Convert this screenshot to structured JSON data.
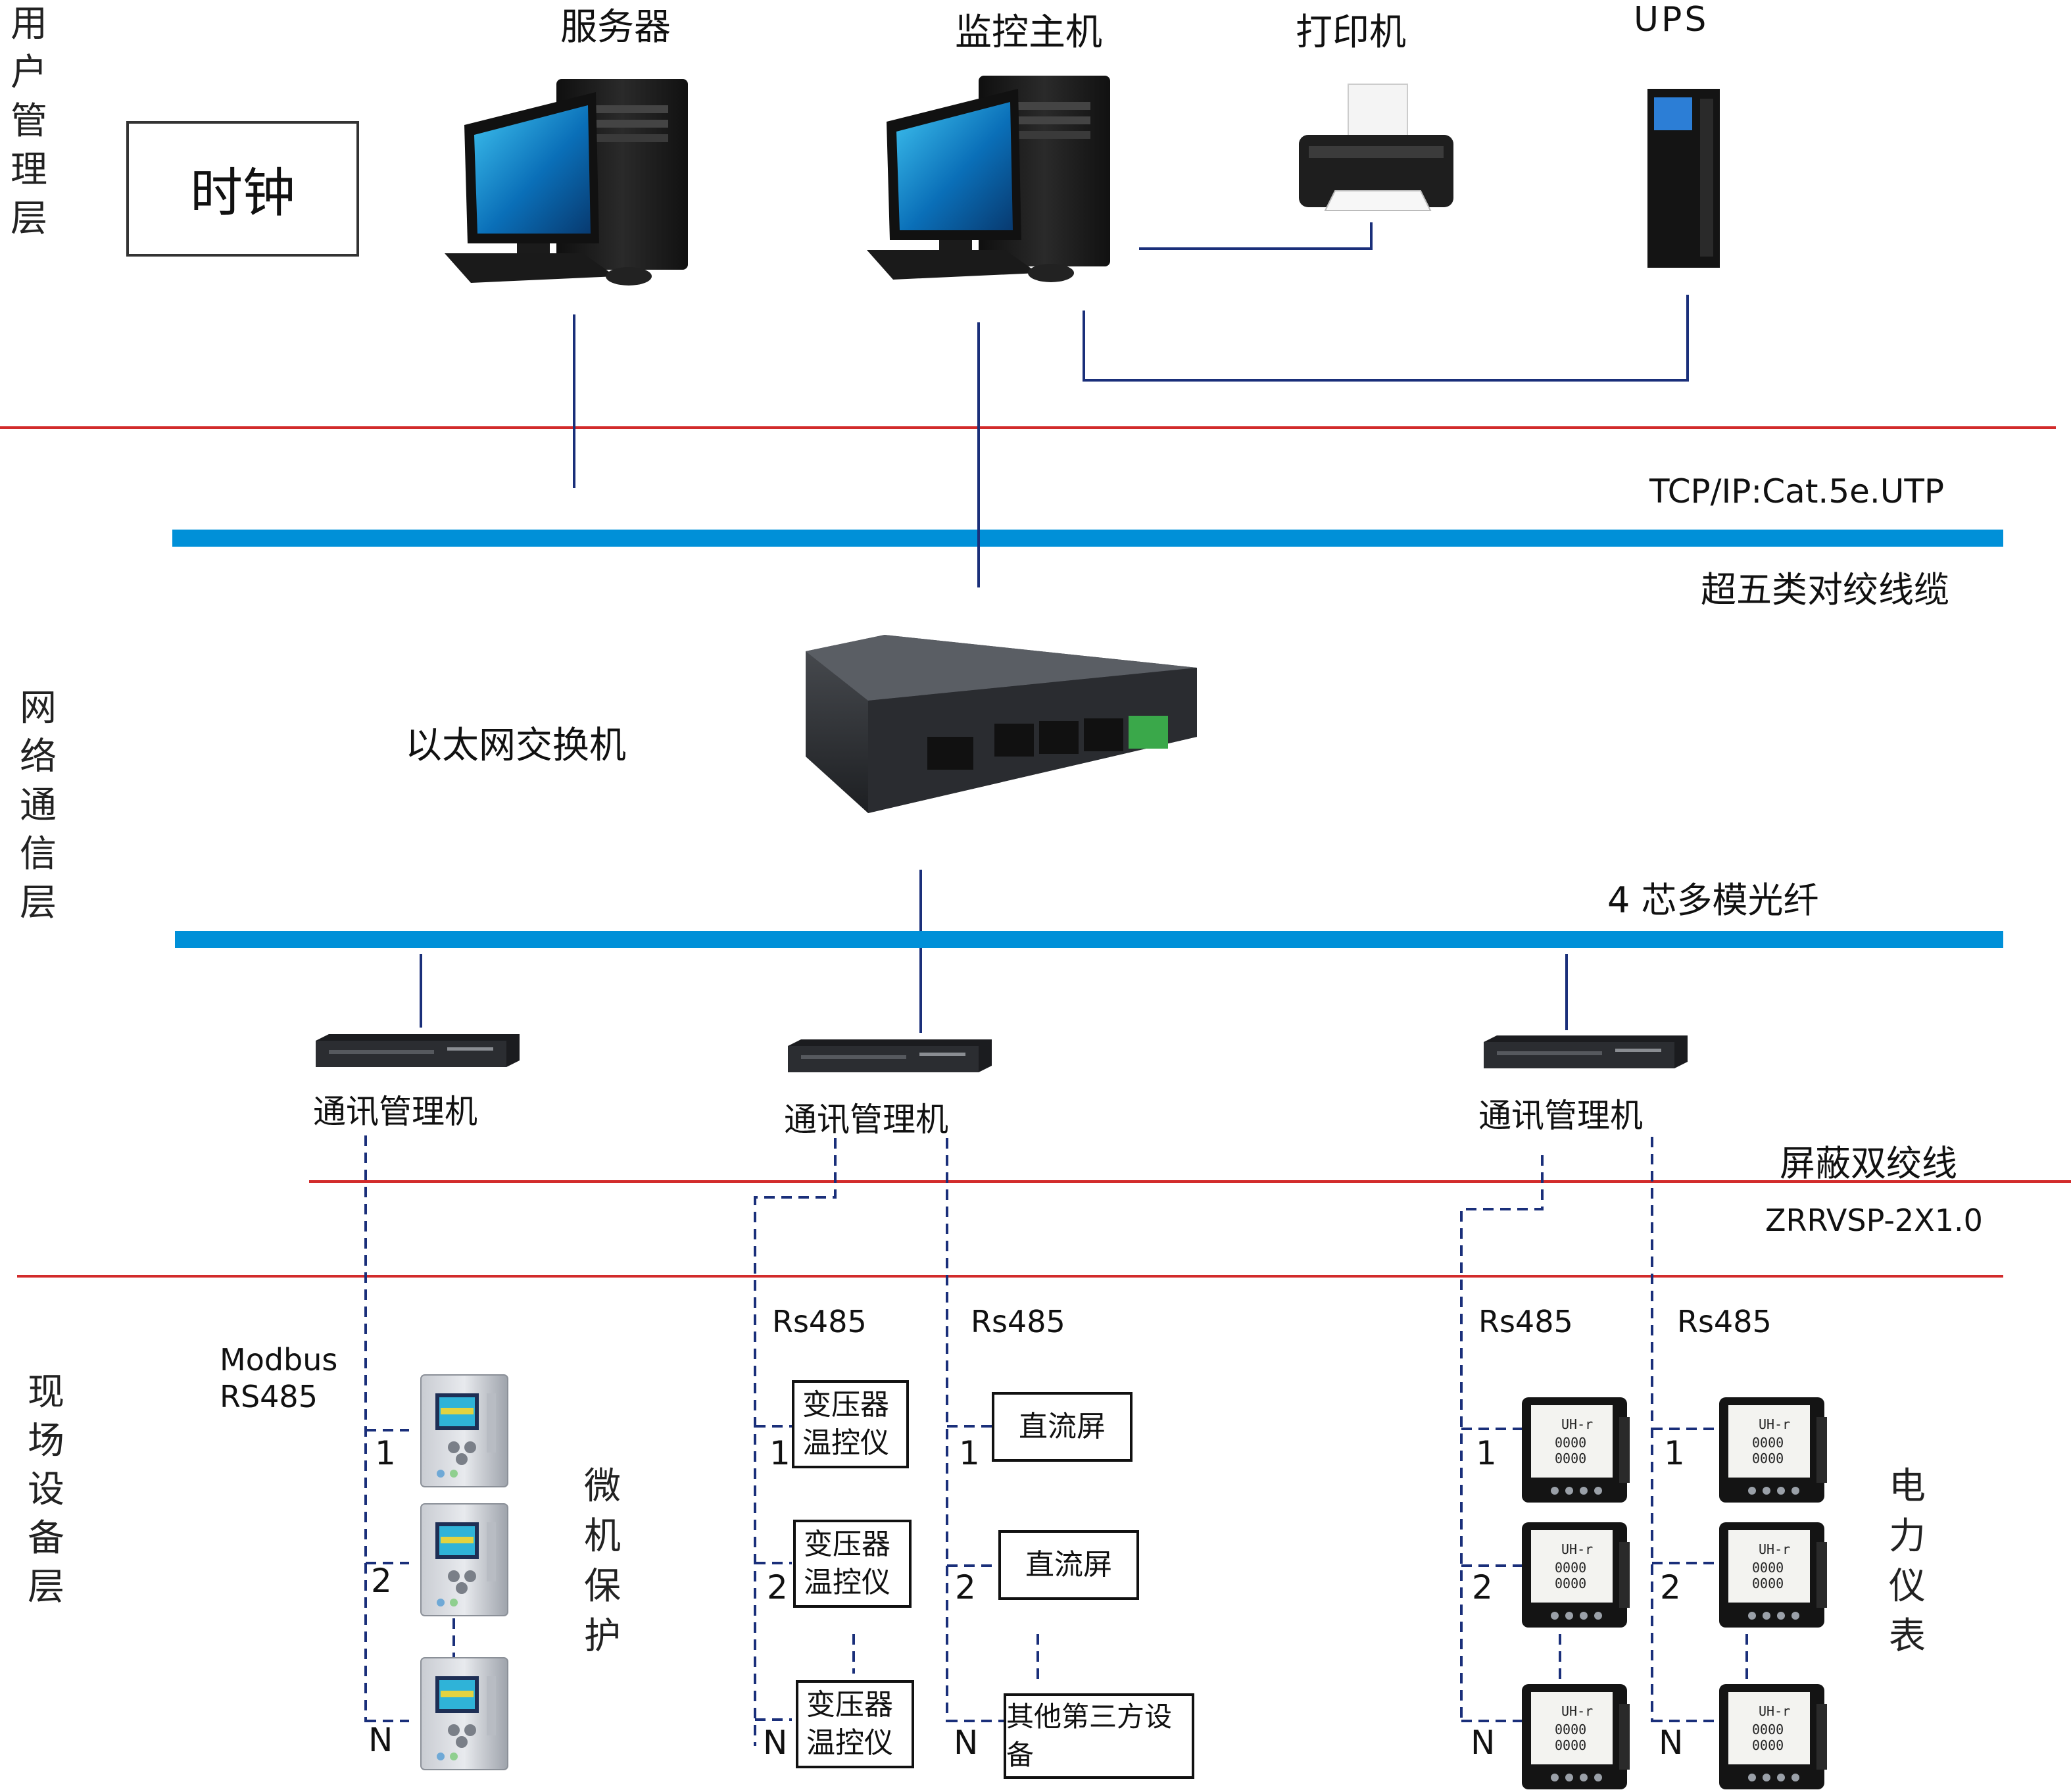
{
  "layers": {
    "user": "用户管理层",
    "network": "网络通信层",
    "field": "现场设备层"
  },
  "top": {
    "clock": "时钟",
    "server": "服务器",
    "monitor_host": "监控主机",
    "printer": "打印机",
    "ups": "UPS"
  },
  "network": {
    "tcp_label": "TCP/IP:Cat.5e.UTP",
    "cable_label": "超五类对绞线缆",
    "switch_label": "以太网交换机",
    "fiber_label": "4 芯多模光纤"
  },
  "comm": {
    "manager1": "通讯管理机",
    "manager2": "通讯管理机",
    "manager3": "通讯管理机",
    "twisted_label": "屏蔽双绞线",
    "cable_model": "ZRRVSP-2X1.0"
  },
  "field": {
    "modbus": "Modbus",
    "rs485_upper": "RS485",
    "rs485": "Rs485",
    "protection_label": "微机保护",
    "meter_label": "电力仪表",
    "transformer_line1": "变压器",
    "transformer_line2": "温控仪",
    "dc_panel": "直流屏",
    "third_party": "其他第三方设备",
    "index_1": "1",
    "index_2": "2",
    "index_n": "N"
  },
  "colors": {
    "bus_blue": "#0090d8",
    "link_navy": "#1a2f7a",
    "divider_red": "#d22b2b"
  }
}
